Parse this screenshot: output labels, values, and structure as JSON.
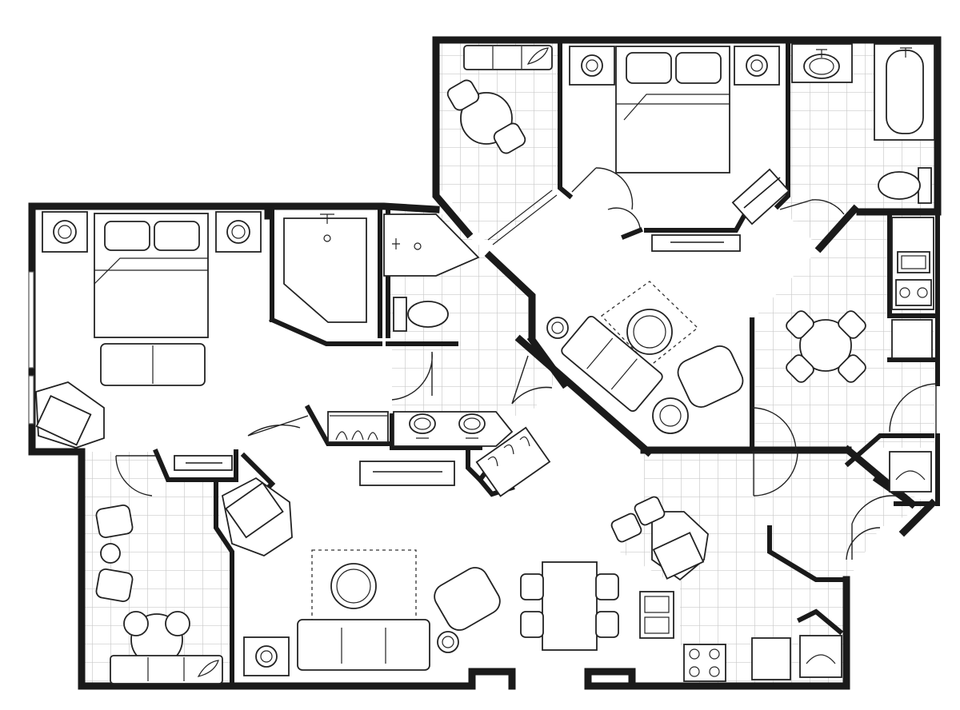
{
  "plan": {
    "type": "apartment-floor-plan",
    "rooms": [
      {
        "id": "bedroom-left",
        "kind": "bedroom"
      },
      {
        "id": "shower-left",
        "kind": "shower"
      },
      {
        "id": "bath-middle",
        "kind": "bathroom"
      },
      {
        "id": "breakfast-nook",
        "kind": "dining"
      },
      {
        "id": "master-bedroom",
        "kind": "bedroom"
      },
      {
        "id": "master-bath",
        "kind": "bathroom"
      },
      {
        "id": "living-upper",
        "kind": "living"
      },
      {
        "id": "kitchen-upper",
        "kind": "kitchen"
      },
      {
        "id": "dining-left",
        "kind": "dining"
      },
      {
        "id": "living-lower",
        "kind": "living"
      },
      {
        "id": "kitchen-lower",
        "kind": "kitchen"
      }
    ],
    "colors": {
      "wall": "#1a1a1a",
      "grid": "#c9c9c9",
      "background": "#ffffff"
    }
  }
}
